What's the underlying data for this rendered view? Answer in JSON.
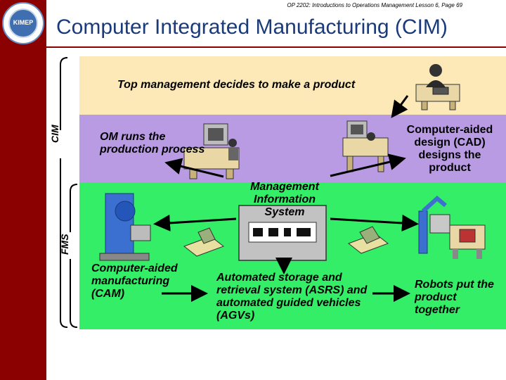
{
  "header": {
    "course_line": "OP 2202: Introductions to Operations Management Lesson 6, Page 69",
    "title": "Computer Integrated Manufacturing (CIM)",
    "logo_text": "KIMEP"
  },
  "brackets": {
    "cim": "CIM",
    "fms": "FMS"
  },
  "labels": {
    "top": "Top management decides to make a product",
    "om": "OM runs the production process",
    "cad": "Computer-aided design (CAD) designs the product",
    "mis": "Management Information System",
    "cam": "Computer-aided manufacturing (CAM)",
    "asrs": "Automated storage and retrieval system (ASRS) and automated guided vehicles (AGVs)",
    "robots": "Robots put the product together"
  },
  "colors": {
    "left_bar": "#8b0000",
    "title": "#1a3a7a",
    "band_top": "#fde9b8",
    "band_mid": "#b99be3",
    "band_bottom": "#33ee66"
  },
  "icons": [
    "manager-desk-icon",
    "workstation-icon",
    "cad-workstation-icon",
    "mis-computer-icon",
    "cam-machine-icon",
    "agv-cart-icon",
    "robot-arm-icon"
  ]
}
